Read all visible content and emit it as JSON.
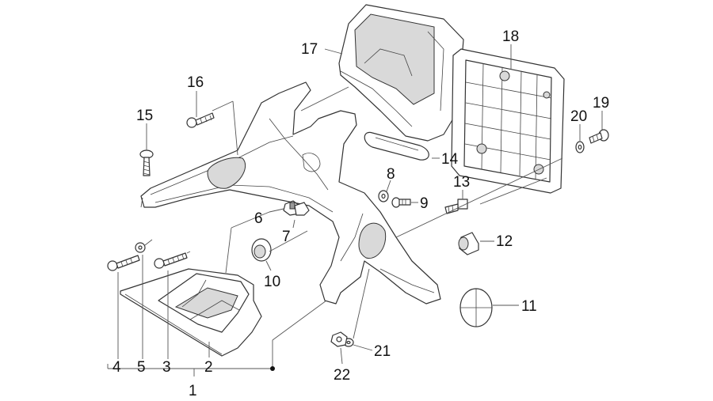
{
  "callouts": [
    "1",
    "2",
    "3",
    "4",
    "5",
    "6",
    "7",
    "8",
    "9",
    "10",
    "11",
    "12",
    "13",
    "14",
    "15",
    "16",
    "17",
    "18",
    "19",
    "20",
    "21",
    "22"
  ],
  "colors": {
    "line": "#333333",
    "fill": "#ffffff",
    "shade": "#d9d9d9"
  }
}
